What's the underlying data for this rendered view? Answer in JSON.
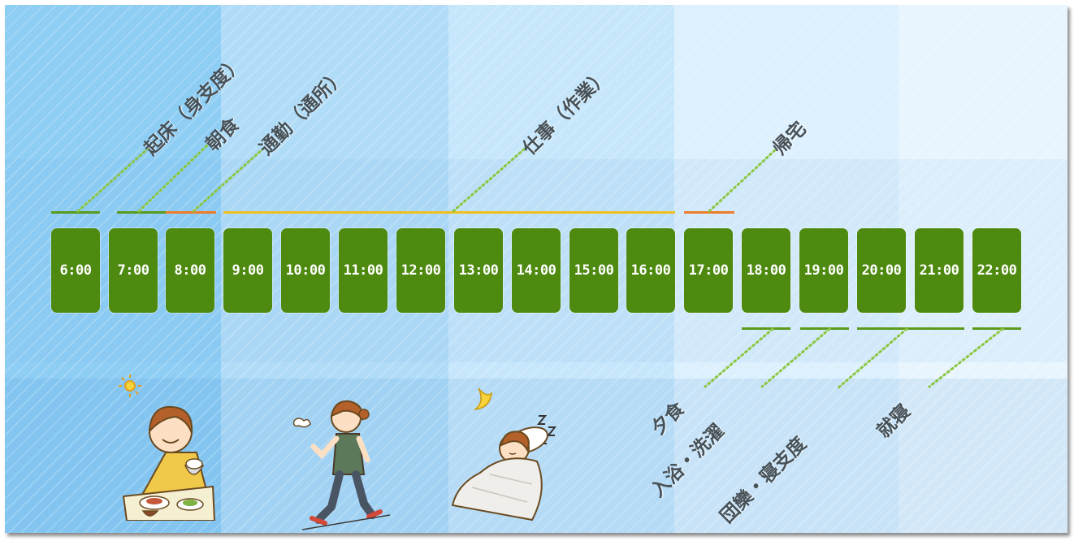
{
  "timeline": {
    "slots": [
      "6:00",
      "7:00",
      "8:00",
      "9:00",
      "10:00",
      "11:00",
      "12:00",
      "13:00",
      "14:00",
      "15:00",
      "16:00",
      "17:00",
      "18:00",
      "19:00",
      "20:00",
      "21:00",
      "22:00"
    ],
    "upper_labels": [
      "起床（身支度）",
      "朝食",
      "通勤（通所）",
      "仕事（作業）",
      "帰宅"
    ],
    "lower_labels": [
      "夕食",
      "入浴・洗濯",
      "団欒・寝支度",
      "就寝"
    ]
  },
  "colors": {
    "slot": "#4e8a0f",
    "bar_green": "#5c9a1d",
    "bar_orange": "#ee7d2a",
    "bar_yellow": "#eec01f",
    "dotted": "#8cc63f",
    "label": "#465158"
  },
  "illustrations": [
    "breakfast-woman",
    "walking-woman",
    "sleeping-woman"
  ]
}
